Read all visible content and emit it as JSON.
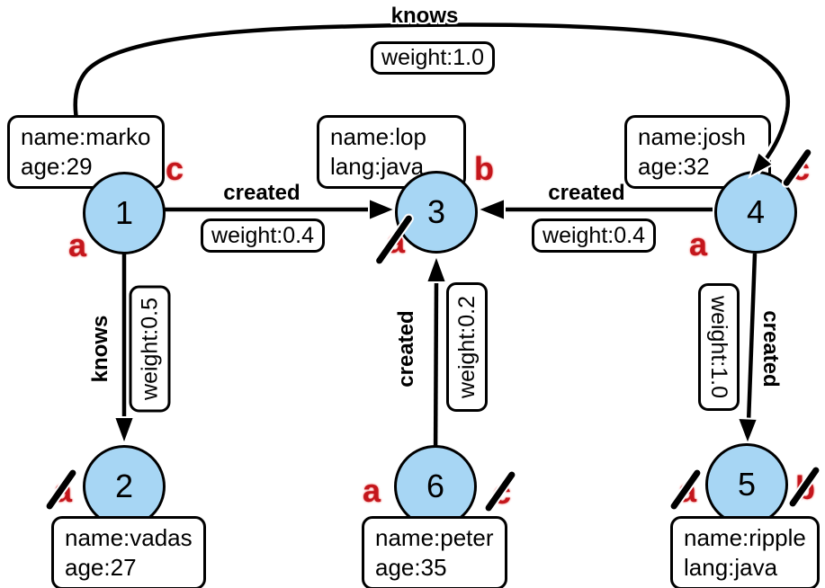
{
  "nodes": [
    {
      "id": "1",
      "props": [
        "name:marko",
        "age:29"
      ]
    },
    {
      "id": "2",
      "props": [
        "name:vadas",
        "age:27"
      ]
    },
    {
      "id": "3",
      "props": [
        "name:lop",
        "lang:java"
      ]
    },
    {
      "id": "4",
      "props": [
        "name:josh",
        "age:32"
      ]
    },
    {
      "id": "5",
      "props": [
        "name:ripple",
        "lang:java"
      ]
    },
    {
      "id": "6",
      "props": [
        "name:peter",
        "age:35"
      ]
    }
  ],
  "edges": [
    {
      "from": "1",
      "to": "4",
      "label": "knows",
      "weight": "weight:1.0"
    },
    {
      "from": "1",
      "to": "3",
      "label": "created",
      "weight": "weight:0.4"
    },
    {
      "from": "4",
      "to": "3",
      "label": "created",
      "weight": "weight:0.4"
    },
    {
      "from": "1",
      "to": "2",
      "label": "knows",
      "weight": "weight:0.5"
    },
    {
      "from": "6",
      "to": "3",
      "label": "created",
      "weight": "weight:0.2"
    },
    {
      "from": "4",
      "to": "5",
      "label": "created",
      "weight": "weight:1.0"
    }
  ],
  "partitions": [
    {
      "node": "1",
      "letter": "a",
      "crossed": false
    },
    {
      "node": "1",
      "letter": "c",
      "crossed": false
    },
    {
      "node": "3",
      "letter": "a",
      "crossed": true
    },
    {
      "node": "3",
      "letter": "b",
      "crossed": false
    },
    {
      "node": "4",
      "letter": "a",
      "crossed": false
    },
    {
      "node": "4",
      "letter": "c",
      "crossed": true
    },
    {
      "node": "2",
      "letter": "a",
      "crossed": true
    },
    {
      "node": "6",
      "letter": "a",
      "crossed": false
    },
    {
      "node": "6",
      "letter": "c",
      "crossed": true
    },
    {
      "node": "5",
      "letter": "a",
      "crossed": true
    },
    {
      "node": "5",
      "letter": "b",
      "crossed": true
    }
  ],
  "colors": {
    "vertex_fill": "#A7D6F4",
    "vertex_border": "#000000",
    "partition_letter": "#C4161C",
    "edge": "#000000",
    "box_background": "#FFFFFF"
  }
}
